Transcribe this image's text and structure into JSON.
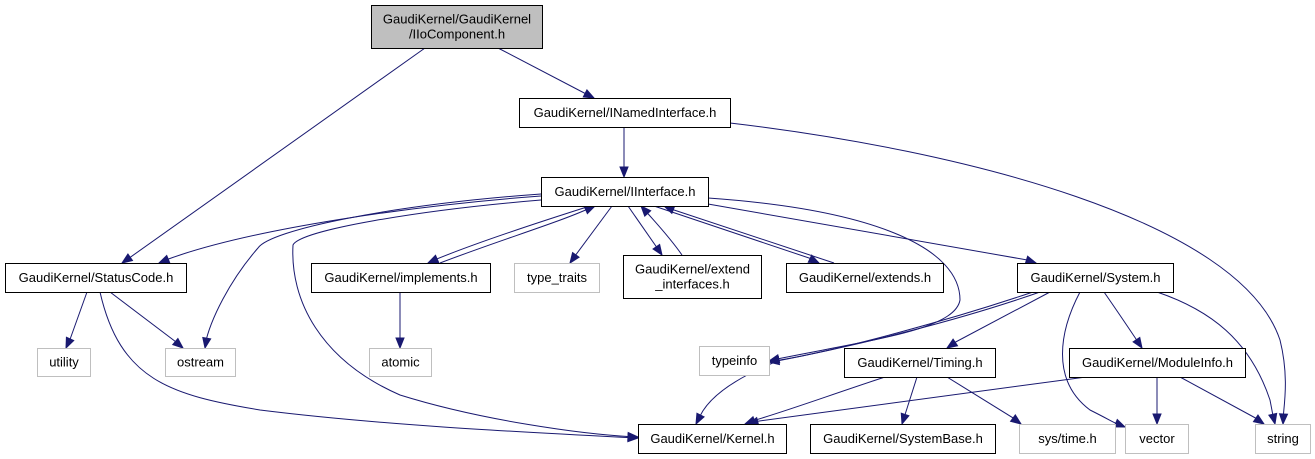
{
  "diagram": {
    "type": "include-dependency-graph",
    "colors": {
      "edge": "#191970",
      "root_fill": "#bfbfbf",
      "node_border": "#000000",
      "external_border": "#bfbfbf",
      "background": "#ffffff"
    },
    "nodes": [
      {
        "id": "iocomp",
        "lines": [
          "GaudiKernel/GaudiKernel",
          "/IIoComponent.h"
        ],
        "kind": "root"
      },
      {
        "id": "inamed",
        "lines": [
          "GaudiKernel/INamedInterface.h"
        ],
        "kind": "header"
      },
      {
        "id": "iinterface",
        "lines": [
          "GaudiKernel/IInterface.h"
        ],
        "kind": "header"
      },
      {
        "id": "statuscode",
        "lines": [
          "GaudiKernel/StatusCode.h"
        ],
        "kind": "header"
      },
      {
        "id": "implements",
        "lines": [
          "GaudiKernel/implements.h"
        ],
        "kind": "header"
      },
      {
        "id": "type_traits",
        "lines": [
          "type_traits"
        ],
        "kind": "external"
      },
      {
        "id": "extend_if",
        "lines": [
          "GaudiKernel/extend",
          "_interfaces.h"
        ],
        "kind": "header"
      },
      {
        "id": "extends",
        "lines": [
          "GaudiKernel/extends.h"
        ],
        "kind": "header"
      },
      {
        "id": "system",
        "lines": [
          "GaudiKernel/System.h"
        ],
        "kind": "header"
      },
      {
        "id": "utility",
        "lines": [
          "utility"
        ],
        "kind": "external"
      },
      {
        "id": "ostream",
        "lines": [
          "ostream"
        ],
        "kind": "external"
      },
      {
        "id": "atomic",
        "lines": [
          "atomic"
        ],
        "kind": "external"
      },
      {
        "id": "typeinfo",
        "lines": [
          "typeinfo"
        ],
        "kind": "external"
      },
      {
        "id": "timing",
        "lines": [
          "GaudiKernel/Timing.h"
        ],
        "kind": "header"
      },
      {
        "id": "moduleinfo",
        "lines": [
          "GaudiKernel/ModuleInfo.h"
        ],
        "kind": "header"
      },
      {
        "id": "kernel",
        "lines": [
          "GaudiKernel/Kernel.h"
        ],
        "kind": "header"
      },
      {
        "id": "systembase",
        "lines": [
          "GaudiKernel/SystemBase.h"
        ],
        "kind": "header"
      },
      {
        "id": "systime",
        "lines": [
          "sys/time.h"
        ],
        "kind": "external"
      },
      {
        "id": "vector",
        "lines": [
          "vector"
        ],
        "kind": "external"
      },
      {
        "id": "string",
        "lines": [
          "string"
        ],
        "kind": "external"
      }
    ],
    "edges": [
      {
        "from": "iocomp",
        "to": "statuscode"
      },
      {
        "from": "iocomp",
        "to": "inamed"
      },
      {
        "from": "inamed",
        "to": "iinterface"
      },
      {
        "from": "inamed",
        "to": "string"
      },
      {
        "from": "iinterface",
        "to": "statuscode"
      },
      {
        "from": "iinterface",
        "to": "ostream"
      },
      {
        "from": "iinterface",
        "to": "kernel"
      },
      {
        "from": "iinterface",
        "to": "implements"
      },
      {
        "from": "iinterface",
        "to": "type_traits"
      },
      {
        "from": "iinterface",
        "to": "extend_if"
      },
      {
        "from": "iinterface",
        "to": "extends"
      },
      {
        "from": "iinterface",
        "to": "typeinfo"
      },
      {
        "from": "iinterface",
        "to": "system"
      },
      {
        "from": "implements",
        "to": "iinterface"
      },
      {
        "from": "implements",
        "to": "atomic"
      },
      {
        "from": "extend_if",
        "to": "iinterface"
      },
      {
        "from": "extends",
        "to": "iinterface"
      },
      {
        "from": "statuscode",
        "to": "utility"
      },
      {
        "from": "statuscode",
        "to": "ostream"
      },
      {
        "from": "statuscode",
        "to": "kernel"
      },
      {
        "from": "system",
        "to": "typeinfo"
      },
      {
        "from": "system",
        "to": "kernel"
      },
      {
        "from": "system",
        "to": "timing"
      },
      {
        "from": "system",
        "to": "moduleinfo"
      },
      {
        "from": "system",
        "to": "vector"
      },
      {
        "from": "system",
        "to": "string"
      },
      {
        "from": "timing",
        "to": "kernel"
      },
      {
        "from": "timing",
        "to": "systembase"
      },
      {
        "from": "timing",
        "to": "systime"
      },
      {
        "from": "moduleinfo",
        "to": "kernel"
      },
      {
        "from": "moduleinfo",
        "to": "vector"
      },
      {
        "from": "moduleinfo",
        "to": "string"
      }
    ]
  }
}
